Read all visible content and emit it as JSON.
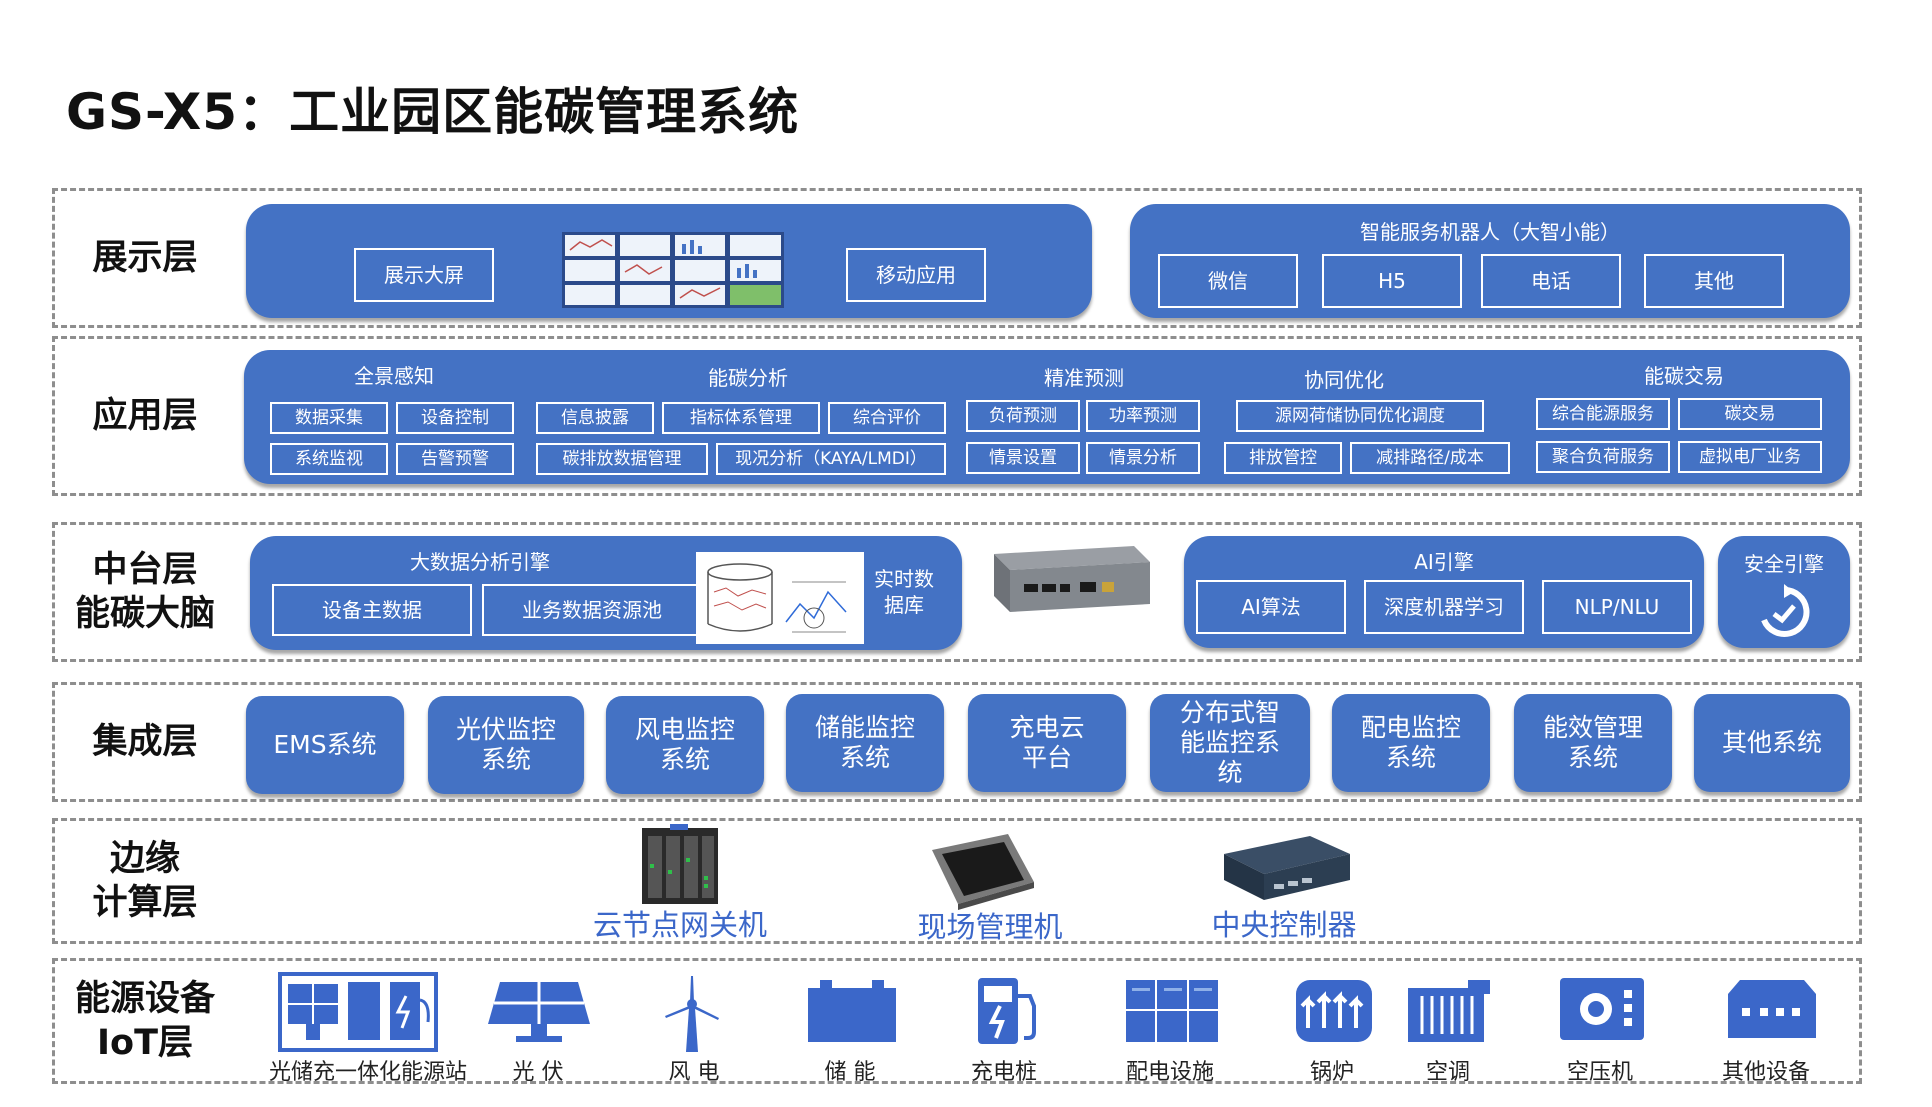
{
  "title": "GS-X5：工业园区能碳管理系统",
  "colors": {
    "panel": "#4472c4",
    "label_blue": "#3b67c9",
    "border": "#8e8e8e"
  },
  "layers": {
    "display": {
      "label": "展示层",
      "left_panel": {
        "big_screen": "展示大屏",
        "mobile_app": "移动应用"
      },
      "robot": {
        "title": "智能服务机器人（大智小能）",
        "items": [
          "微信",
          "H5",
          "电话",
          "其他"
        ]
      }
    },
    "application": {
      "label": "应用层",
      "groups": [
        {
          "title": "全景感知",
          "items": [
            "数据采集",
            "设备控制",
            "系统监视",
            "告警预警"
          ]
        },
        {
          "title": "能碳分析",
          "items": [
            "信息披露",
            "指标体系管理",
            "综合评价",
            "碳排放数据管理",
            "现况分析（KAYA/LMDI）"
          ]
        },
        {
          "title": "精准预测",
          "items": [
            "负荷预测",
            "功率预测",
            "情景设置",
            "情景分析"
          ]
        },
        {
          "title": "协同优化",
          "items": [
            "源网荷储协同优化调度",
            "排放管控",
            "减排路径/成本"
          ]
        },
        {
          "title": "能碳交易",
          "items": [
            "综合能源服务",
            "碳交易",
            "聚合负荷服务",
            "虚拟电厂业务"
          ]
        }
      ]
    },
    "middle": {
      "label_line1": "中台层",
      "label_line2": "能碳大脑",
      "bigdata": {
        "title": "大数据分析引擎",
        "items": [
          "设备主数据",
          "业务数据资源池"
        ],
        "realtime_db": "实时数据库"
      },
      "ai": {
        "title": "AI引擎",
        "items": [
          "AI算法",
          "深度机器学习",
          "NLP/NLU"
        ]
      },
      "security": {
        "title": "安全引擎"
      }
    },
    "integration": {
      "label": "集成层",
      "systems": [
        "EMS系统",
        "光伏监控系统",
        "风电监控系统",
        "储能监控系统",
        "充电云平台",
        "分布式智能监控系统",
        "配电监控系统",
        "能效管理系统",
        "其他系统"
      ]
    },
    "edge": {
      "label_line1": "边缘",
      "label_line2": "计算层",
      "devices": [
        "云节点网关机",
        "现场管理机",
        "中央控制器"
      ]
    },
    "iot": {
      "label_line1": "能源设备",
      "label_line2": "IoT层",
      "devices": [
        "光储充一体化能源站",
        "光 伏",
        "风 电",
        "储 能",
        "充电桩",
        "配电设施",
        "锅炉",
        "空调",
        "空压机",
        "其他设备"
      ]
    }
  }
}
